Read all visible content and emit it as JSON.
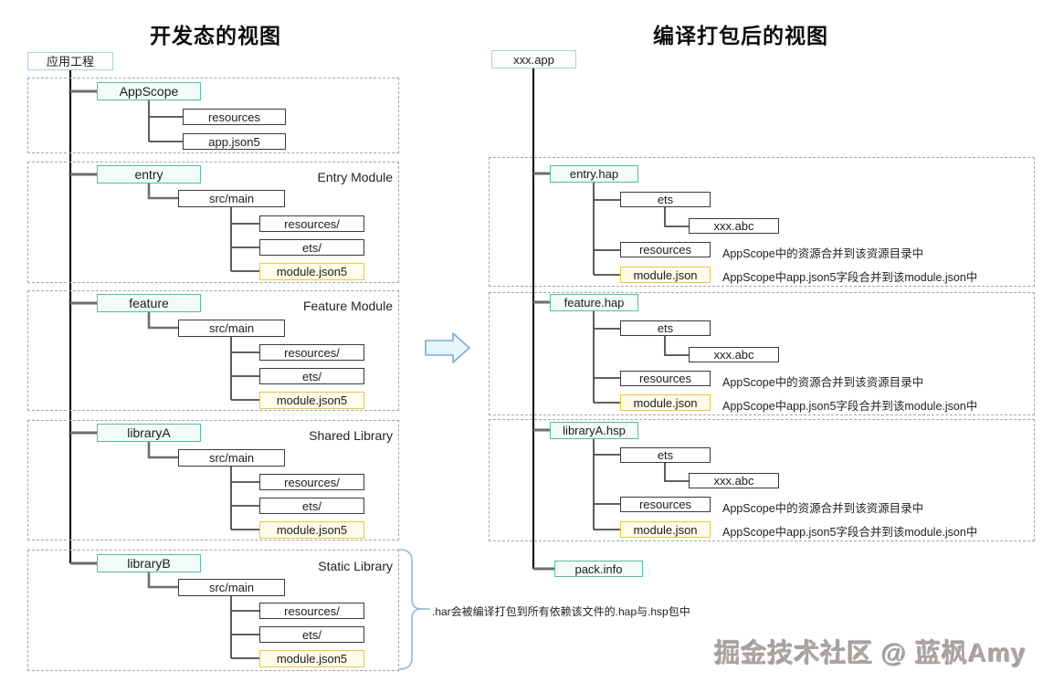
{
  "titles": {
    "left": "开发态的视图",
    "right": "编译打包后的视图"
  },
  "left_tree": {
    "root": "应用工程",
    "appscope": {
      "label": "AppScope",
      "children": [
        "resources",
        "app.json5"
      ]
    },
    "modules": [
      {
        "label": "entry",
        "type": "Entry Module",
        "src": "src/main",
        "children": [
          "resources/",
          "ets/",
          "module.json5"
        ]
      },
      {
        "label": "feature",
        "type": "Feature Module",
        "src": "src/main",
        "children": [
          "resources/",
          "ets/",
          "module.json5"
        ]
      },
      {
        "label": "libraryA",
        "type": "Shared Library",
        "src": "src/main",
        "children": [
          "resources/",
          "ets/",
          "module.json5"
        ]
      },
      {
        "label": "libraryB",
        "type": "Static Library",
        "src": "src/main",
        "children": [
          "resources/",
          "ets/",
          "module.json5"
        ]
      }
    ]
  },
  "right_tree": {
    "root": "xxx.app",
    "packages": [
      {
        "label": "entry.hap",
        "ets": "ets",
        "abc": "xxx.abc",
        "resources": "resources",
        "module_json": "module.json",
        "note_resources": "AppScope中的资源合并到该资源目录中",
        "note_module": "AppScope中app.json5字段合并到该module.json中"
      },
      {
        "label": "feature.hap",
        "ets": "ets",
        "abc": "xxx.abc",
        "resources": "resources",
        "module_json": "module.json",
        "note_resources": "AppScope中的资源合并到该资源目录中",
        "note_module": "AppScope中app.json5字段合并到该module.json中"
      },
      {
        "label": "libraryA.hsp",
        "ets": "ets",
        "abc": "xxx.abc",
        "resources": "resources",
        "module_json": "module.json",
        "note_resources": "AppScope中的资源合并到该资源目录中",
        "note_module": "AppScope中app.json5字段合并到该module.json中"
      }
    ],
    "pack_info": "pack.info"
  },
  "notes": {
    "har": ".har会被编译打包到所有依赖该文件的.hap与.hsp包中"
  },
  "watermark": "掘金技术社区 @ 蓝枫Amy",
  "colors": {
    "teal_border": "#4ec0a2",
    "teal_fill": "#f3fbf7",
    "yellow_border": "#ecc83d",
    "yellow_fill": "#fdfbea",
    "blue_border": "#a9cfe5",
    "arrow_fill": "#e8f4fc",
    "arrow_stroke": "#74aed3"
  }
}
